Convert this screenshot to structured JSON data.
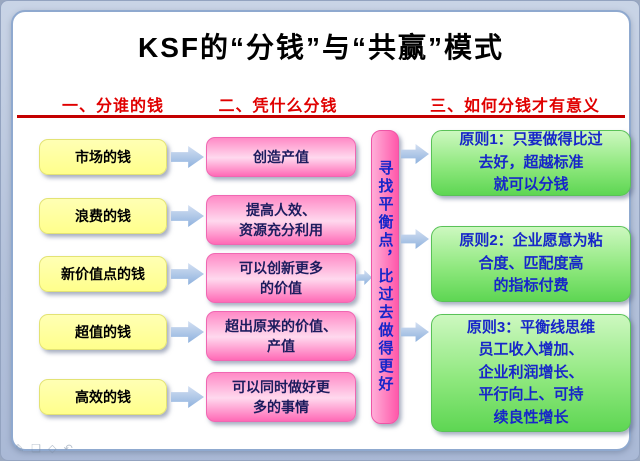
{
  "title": "KSF的“分钱”与“共赢”模式",
  "headers": [
    "一、分谁的钱",
    "二、凭什么分钱",
    "三、如何分钱才有意义"
  ],
  "rows": [
    {
      "source": "市场的钱",
      "method": "创造产值"
    },
    {
      "source": "浪费的钱",
      "method": "提高人效、\n资源充分利用"
    },
    {
      "source": "新价值点的钱",
      "method": "可以创新更多\n的价值"
    },
    {
      "source": "超值的钱",
      "method": "超出原来的价值、\n产值"
    },
    {
      "source": "高效的钱",
      "method": "可以同时做好更\n多的事情"
    }
  ],
  "balance_bar": "寻找平衡点，比过去做得更好",
  "principles": [
    {
      "text": "原则1：只要做得比过\n去好，超越标准\n就可以分钱"
    },
    {
      "text": "原则2：企业愿意为粘\n合度、匹配度高\n的指标付费"
    },
    {
      "text": "原则3：平衡线思维\n员工收入增加、\n企业利润增长、\n平行向上、可持\n续良性增长"
    }
  ],
  "watermark_icons": [
    {
      "name": "pencil-icon",
      "glyph": "✎"
    },
    {
      "name": "frame-icon",
      "glyph": "❏"
    },
    {
      "name": "shape-icon",
      "glyph": "◇"
    },
    {
      "name": "undo-icon",
      "glyph": "↶"
    }
  ],
  "colors": {
    "header_red": "#e00000",
    "divider_red": "#c40000",
    "yellow_box": "#ffff8c",
    "pink_box_dark": "#ff6ab6",
    "pink_box_light": "#ffd9ee",
    "green_box_dark": "#5ed653",
    "green_box_light": "#cdf8c0",
    "arrow_blue": "#8fb2de",
    "principle_text_blue": "#1726c9"
  }
}
